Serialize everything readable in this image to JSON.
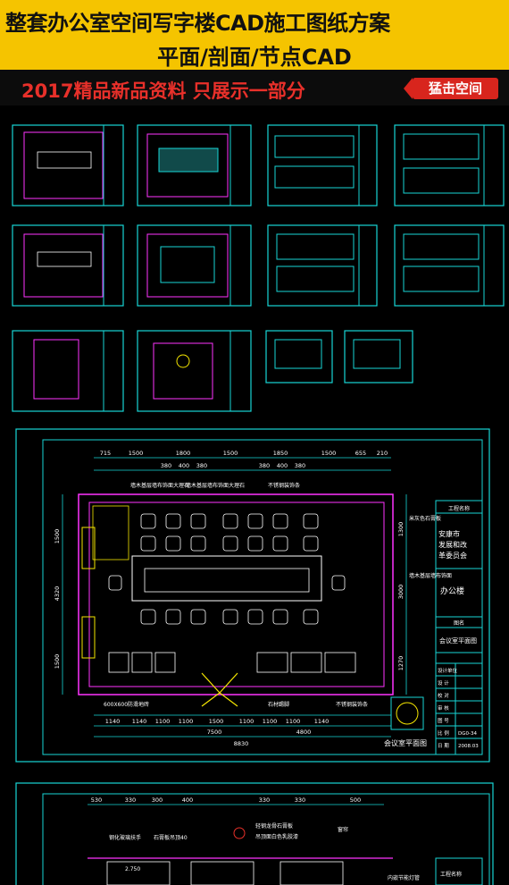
{
  "banner": {
    "title_line1": "整套办公室空间写字楼CAD施工图纸方案",
    "title_line2": "平面/剖面/节点CAD",
    "subtitle": "2017精品新品资料 只展示一部分",
    "button": "猛击空间"
  },
  "drawing": {
    "top_dims": [
      "715",
      "1500",
      "1800",
      "1500",
      "1850",
      "1500",
      "655",
      "210"
    ],
    "sub_dims": [
      "380",
      "400",
      "380",
      "380",
      "400",
      "380"
    ],
    "bottom_dims": [
      "1140",
      "1140",
      "1100",
      "1100",
      "1500",
      "1100",
      "1100",
      "1100",
      "1140"
    ],
    "bottom_total_left": "7500",
    "bottom_total_right": "4800",
    "overall": "8830",
    "left_dims": [
      "1500",
      "4320",
      "1500"
    ],
    "right_dims": [
      "1300",
      "3000",
      "1270"
    ],
    "label_wall_1": "墙木基层墙布饰面大理石",
    "label_wall_2": "墙木基层墙布饰面大理石",
    "label_top_right": "不锈钢装饰条",
    "label_right_1": "米灰色石膏板",
    "label_right_2": "墙木基层墙布饰面",
    "label_bottom_left": "600X600防滑地砖",
    "label_bottom_mid": "石材踢脚",
    "label_bottom_right": "不锈钢装饰条",
    "plan_title": "会议室平面图",
    "title_block": {
      "header": "工程名称",
      "client": "安康市发展和改革委员会",
      "project": "办公楼",
      "drawing_label": "图名",
      "drawing_name": "会议室平面图",
      "rows": [
        "设计单位",
        "设 计",
        "校 对",
        "审 核",
        "图 号",
        "比 例",
        "日 期"
      ],
      "number": "DG0-34",
      "date": "2008.03"
    },
    "lower": {
      "dims": [
        "530",
        "330",
        "300",
        "400",
        "330",
        "330",
        "500"
      ],
      "label_a": "钢化玻璃扶手",
      "label_b": "石膏板吊顶40",
      "label_c": "轻钢龙骨石膏板",
      "label_d": "吊顶面白色乳胶漆",
      "label_e": "窗帘",
      "dim_height": "2.750",
      "label_right": "内嵌节能灯管",
      "header": "工程名称"
    }
  }
}
